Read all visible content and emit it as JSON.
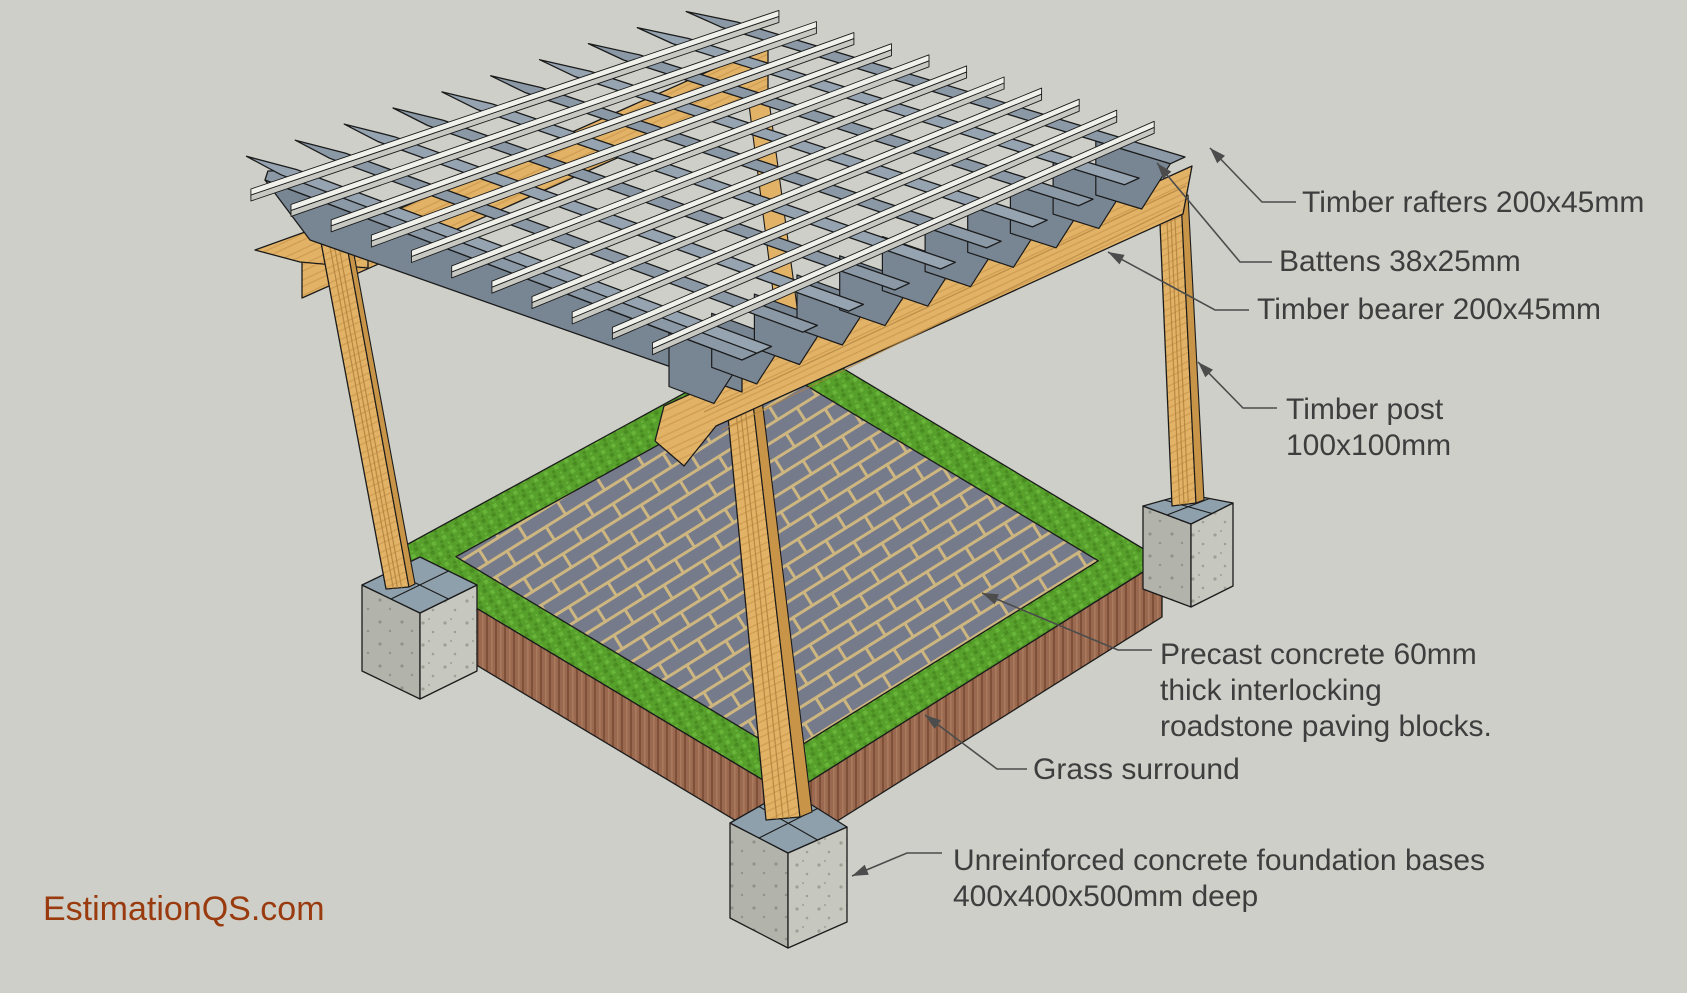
{
  "page": {
    "background": "#cecfc8"
  },
  "watermark": {
    "text": "EstimationQS.com",
    "color": "#993b0e"
  },
  "labels": {
    "timber_rafters": "Timber rafters 200x45mm",
    "battens": "Battens 38x25mm",
    "timber_bearer": "Timber bearer 200x45mm",
    "timber_post": "Timber post\n100x100mm",
    "paving": "Precast concrete 60mm\nthick interlocking\nroadstone paving blocks.",
    "grass": "Grass surround",
    "foundation": "Unreinforced concrete foundation bases\n400x400x500mm deep"
  },
  "colors": {
    "background": "#cecfc8",
    "label_text": "#3e3e3e",
    "leader": "#4c4c4c",
    "outline": "#1b1b1b",
    "rafter_top": "#96a4b1",
    "rafter_top_alt": "#8b99a7",
    "rafter_side": "#788694",
    "batten_top": "#f1f1eb",
    "batten_side": "#c8c8c2",
    "timber": "#e2b267",
    "timber_dark": "#c89448",
    "timber_grain": "#b0823d",
    "grass": "#57a02c",
    "grass_dark": "#4a8c22",
    "grass_light": "#68b53a",
    "soil": "#9a6950",
    "soil_dark": "#7f5139",
    "paving_block": "#767b8c",
    "paving_joint": "#cdb67f",
    "concrete": "#c6c8c0",
    "concrete_shaded": "#b2b4ac",
    "concrete_speckle": "#9da093",
    "foundation_cap": "#8fa0ad"
  }
}
